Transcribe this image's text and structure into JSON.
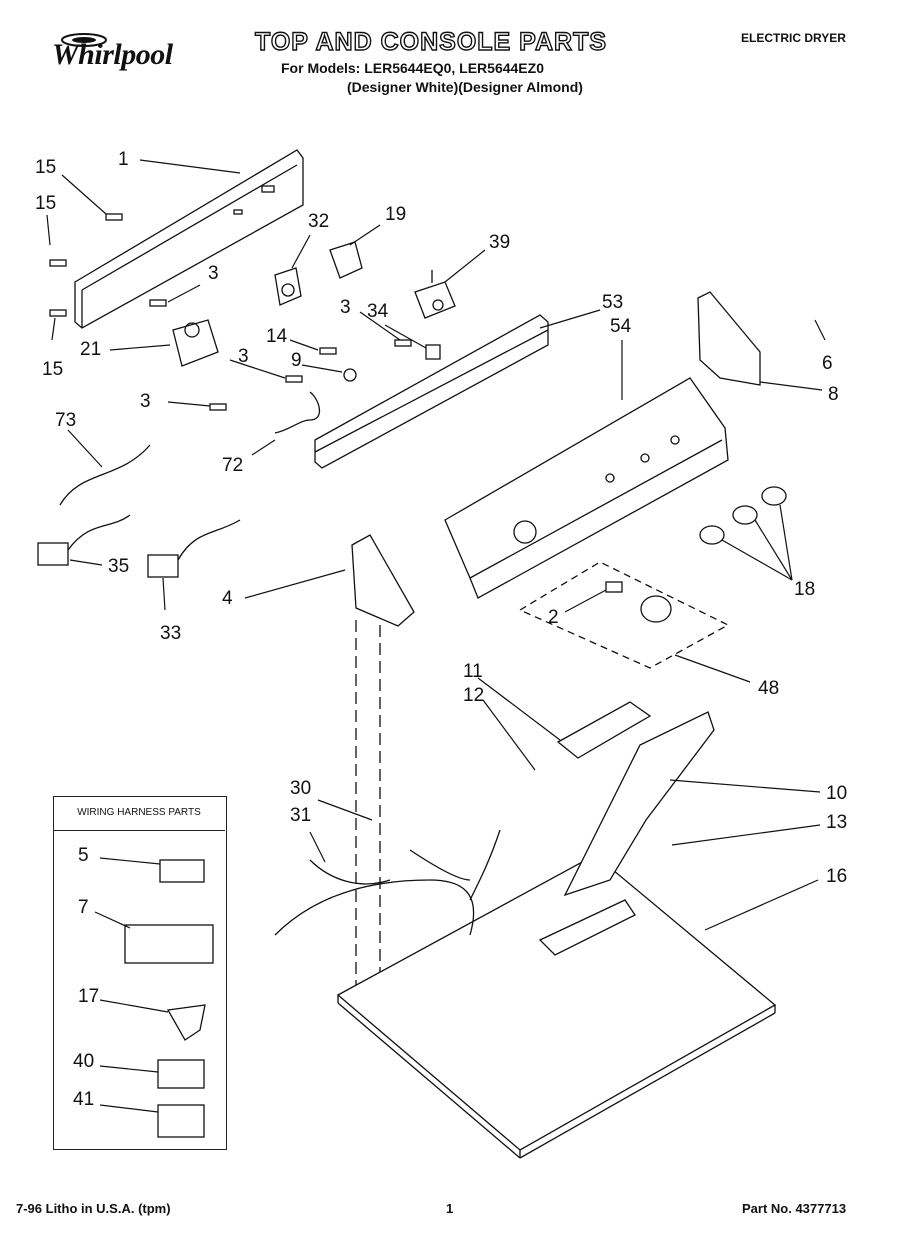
{
  "header": {
    "brand": "Whirlpool",
    "title": "TOP AND CONSOLE PARTS",
    "models_line": "For Models: LER5644EQ0, LER5644EZ0",
    "finish_line": "(Designer White)(Designer Almond)",
    "doc_type": "ELECTRIC DRYER"
  },
  "harness_box": {
    "title": "WIRING HARNESS PARTS"
  },
  "footer": {
    "left": "7-96 Litho in U.S.A. (tpm)",
    "page": "1",
    "part_no": "Part No. 4377713"
  },
  "callouts": {
    "c1": "1",
    "c15a": "15",
    "c15b": "15",
    "c15c": "15",
    "c32": "32",
    "c19": "19",
    "c39": "39",
    "c3a": "3",
    "c3b": "3",
    "c3c": "3",
    "c3d": "3",
    "c34": "34",
    "c53": "53",
    "c54": "54",
    "c6": "6",
    "c8": "8",
    "c21": "21",
    "c14": "14",
    "c9": "9",
    "c73": "73",
    "c72": "72",
    "c35": "35",
    "c33": "33",
    "c4": "4",
    "c18": "18",
    "c2": "2",
    "c48": "48",
    "c11": "11",
    "c12": "12",
    "c10": "10",
    "c30": "30",
    "c31": "31",
    "c13": "13",
    "c16": "16",
    "c5": "5",
    "c7": "7",
    "c17": "17",
    "c40": "40",
    "c41": "41"
  }
}
